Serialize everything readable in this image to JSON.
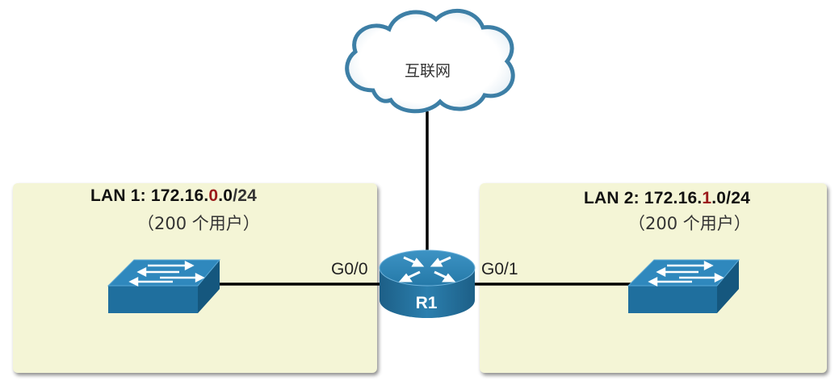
{
  "cloud": {
    "label": "互联网"
  },
  "router": {
    "label": "R1"
  },
  "lan1": {
    "title_prefix": "LAN 1:  172.16.",
    "title_highlight": "0",
    "title_middle": ".0",
    "title_suffix": "/24",
    "users": "（200 个用户）"
  },
  "lan2": {
    "title_prefix": "LAN 2:  172.16.",
    "title_highlight": "1",
    "title_middle": ".0/24",
    "users": "（200 个用户）"
  },
  "ports": {
    "left": "G0/0",
    "right": "G0/1"
  },
  "colors": {
    "lan_fill": "#f4f5d6",
    "device_blue": "#2a7fae",
    "cloud_outline": "#3d7fa6",
    "highlight": "#9b1b1b"
  },
  "icons": {
    "cloud": "cloud-icon",
    "router": "router-icon",
    "switch": "switch-icon"
  }
}
